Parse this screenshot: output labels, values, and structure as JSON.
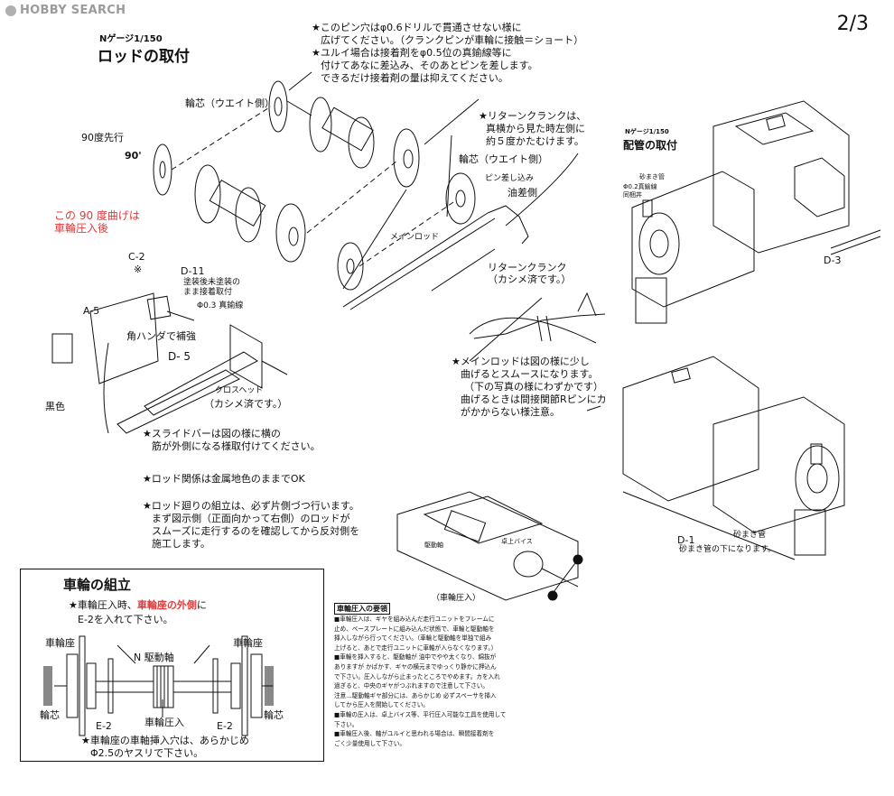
{
  "logo": {
    "text": "HOBBY SEARCH"
  },
  "page_number": "2/3",
  "header": {
    "scale": "Nゲージ1/150",
    "title": "ロッドの取付"
  },
  "top_note": [
    "★このピン穴はφ0.6ドリルで貫通させない様に",
    "広げてください。（クランクピンが車輪に接触＝ショート）",
    "★ユルイ場合は接着剤をφ0.5位の真鍮線等に",
    "付けてあなに差込み、そのあとピンを差します。",
    "できるだけ接着剤の量は抑えてください。"
  ],
  "return_crank_note": [
    "★リターンクランクは、",
    "真横から見た時左側に",
    "約５度かたむけます。"
  ],
  "labels": {
    "wheel_axle_weight_upper": "輪芯（ウエイト側）",
    "advance_90": "90度先行",
    "deg_90": "90'",
    "wheel_axle_weight_right": "輪芯（ウエイト側）",
    "pin_insert": "ピン差し込み",
    "oil_side": "油差側",
    "main_rod": "メインロッド",
    "return_crank": "リターンクランク",
    "return_crank_sub": "（カシメ済です。）",
    "bend_after_1": "この 90 度曲げは",
    "bend_after_2": "車輪圧入後",
    "c2": "C-2",
    "c2_mark": "※",
    "d11": "D-11",
    "d11_note1": "塗装後未塗装の",
    "d11_note2": "まま接着取付",
    "brass_wire": "Φ0.3 真鍮線",
    "a5": "A-5",
    "square_solder": "角ハンダで補強",
    "d5": "D- 5",
    "black": "黒色",
    "crosshead": "クロスヘッド",
    "crosshead_sub": "（カシメ済です。）"
  },
  "slide_bar_note": [
    "★スライドバーは図の様に横の",
    "筋が外側になる様取付けてください。"
  ],
  "rod_color_note": "★ロッド関係は金属地色のままでOK",
  "rod_assembly_note": [
    "★ロッド廻りの組立は、必ず片側づつ行います。",
    "まず図示側（正面向かって右側）のロッドが",
    "スムーズに走行するのを確認してから反対側を",
    "施工します。"
  ],
  "main_rod_note": [
    "★メインロッドは図の様に少し",
    "曲げるとスムースになります。",
    "（下の写真の様にわずかです）",
    "曲げるときは間接関節Rピンにカ",
    "がかからない様注意。"
  ],
  "piping": {
    "scale": "Nゲージ1/150",
    "title": "配管の取付",
    "sand_pipe": "砂まき管",
    "brass_wire": "Φ0.2真鍮線",
    "same_note": "同梱丼",
    "d3": "D-3",
    "d1": "D-1",
    "sand_pipe_lower": "砂まき管",
    "sand_pipe_note": "砂まき管の下になります。"
  },
  "vise": {
    "label_vise": "卓上バイス",
    "label_axle": "駆動軸",
    "caption": "（車輪圧入）"
  },
  "wheel_box": {
    "title": "車輪の組立",
    "note_prefix": "★車輪圧入時、",
    "note_red": "車輪座の外側",
    "note_suffix": "に",
    "note_line2": "E-2を入れて下さい。",
    "seat_left": "車輪座",
    "seat_right": "車輪座",
    "axle": "N  駆動軸",
    "core_left": "輪芯",
    "core_right": "輪芯",
    "e2_left": "E-2",
    "e2_right": "E-2",
    "press": "車輪圧入",
    "bottom_1": "★車輪座の車軸挿入穴は、あらかじめ",
    "bottom_2": "Φ2.5のヤスリで下さい。"
  },
  "press_notes": {
    "heading": "車輪圧入の要領",
    "lines": [
      "■車輪圧入は、ギヤを組み込んだ走行ユニットをフレームに",
      "止め、ベースプレートに組み込んだ状態で、車輪と駆動軸を",
      "挿入しながら行ってください。（車輪と駆動軸を単独で組み",
      "上げると、あとで走行ユニットに車軸が入らなくなります。）",
      "■車輪を挿入すると、駆動軸が 油中でやや太くなり、綿抜が",
      "ありますが かばかす、ギヤの横元までゆっくり静かに押込ん",
      "で下さい。圧入しながら止まったところでやめます。カを入れ",
      "過ぎると、中央のギヤがつぶれますので注意して下さい。",
      "注意…駆動軸ギヤ部分には、あらかじめ 必ずスペーサを挿入",
      "してから圧入を開始してください。",
      "■車輪の圧入は、卓上バイス等、平行圧入可能な工具を使用して",
      "下さい。",
      "■車輪圧入後、軸がユルイと思われる場合は、瞬間接着剤を",
      "ごく少量使用して下さい。"
    ]
  }
}
